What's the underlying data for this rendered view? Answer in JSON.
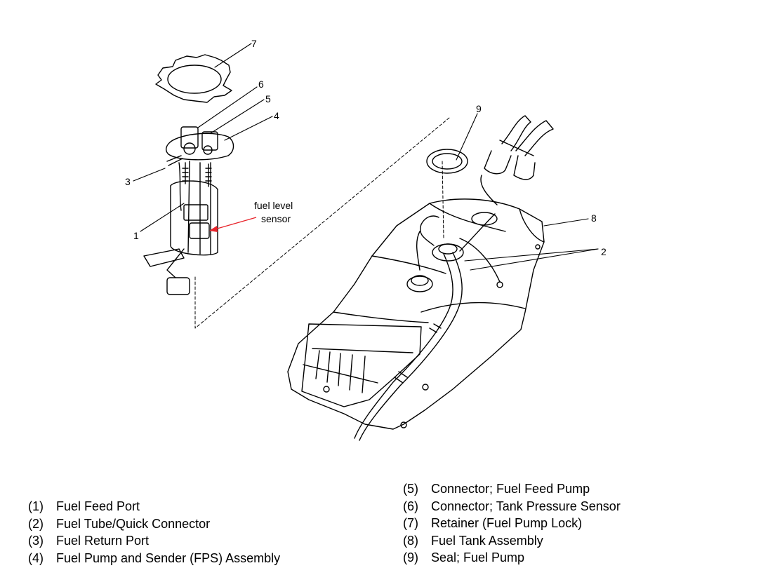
{
  "callouts": {
    "c1": "1",
    "c2": "2",
    "c3": "3",
    "c4": "4",
    "c5": "5",
    "c6": "6",
    "c7": "7",
    "c8": "8",
    "c9": "9"
  },
  "annotation": {
    "line1": "fuel level",
    "line2": "sensor",
    "color": "#e8232a"
  },
  "legend": {
    "left": [
      {
        "num": "(1)",
        "text": "Fuel Feed Port"
      },
      {
        "num": "(2)",
        "text": "Fuel Tube/Quick Connector"
      },
      {
        "num": "(3)",
        "text": "Fuel Return Port"
      },
      {
        "num": "(4)",
        "text": "Fuel Pump and Sender (FPS) Assembly"
      }
    ],
    "right": [
      {
        "num": "(5)",
        "text": "Connector; Fuel Feed Pump"
      },
      {
        "num": "(6)",
        "text": "Connector; Tank Pressure Sensor"
      },
      {
        "num": "(7)",
        "text": "Retainer (Fuel Pump Lock)"
      },
      {
        "num": "(8)",
        "text": "Fuel Tank Assembly"
      },
      {
        "num": "(9)",
        "text": "Seal; Fuel Pump"
      }
    ]
  }
}
